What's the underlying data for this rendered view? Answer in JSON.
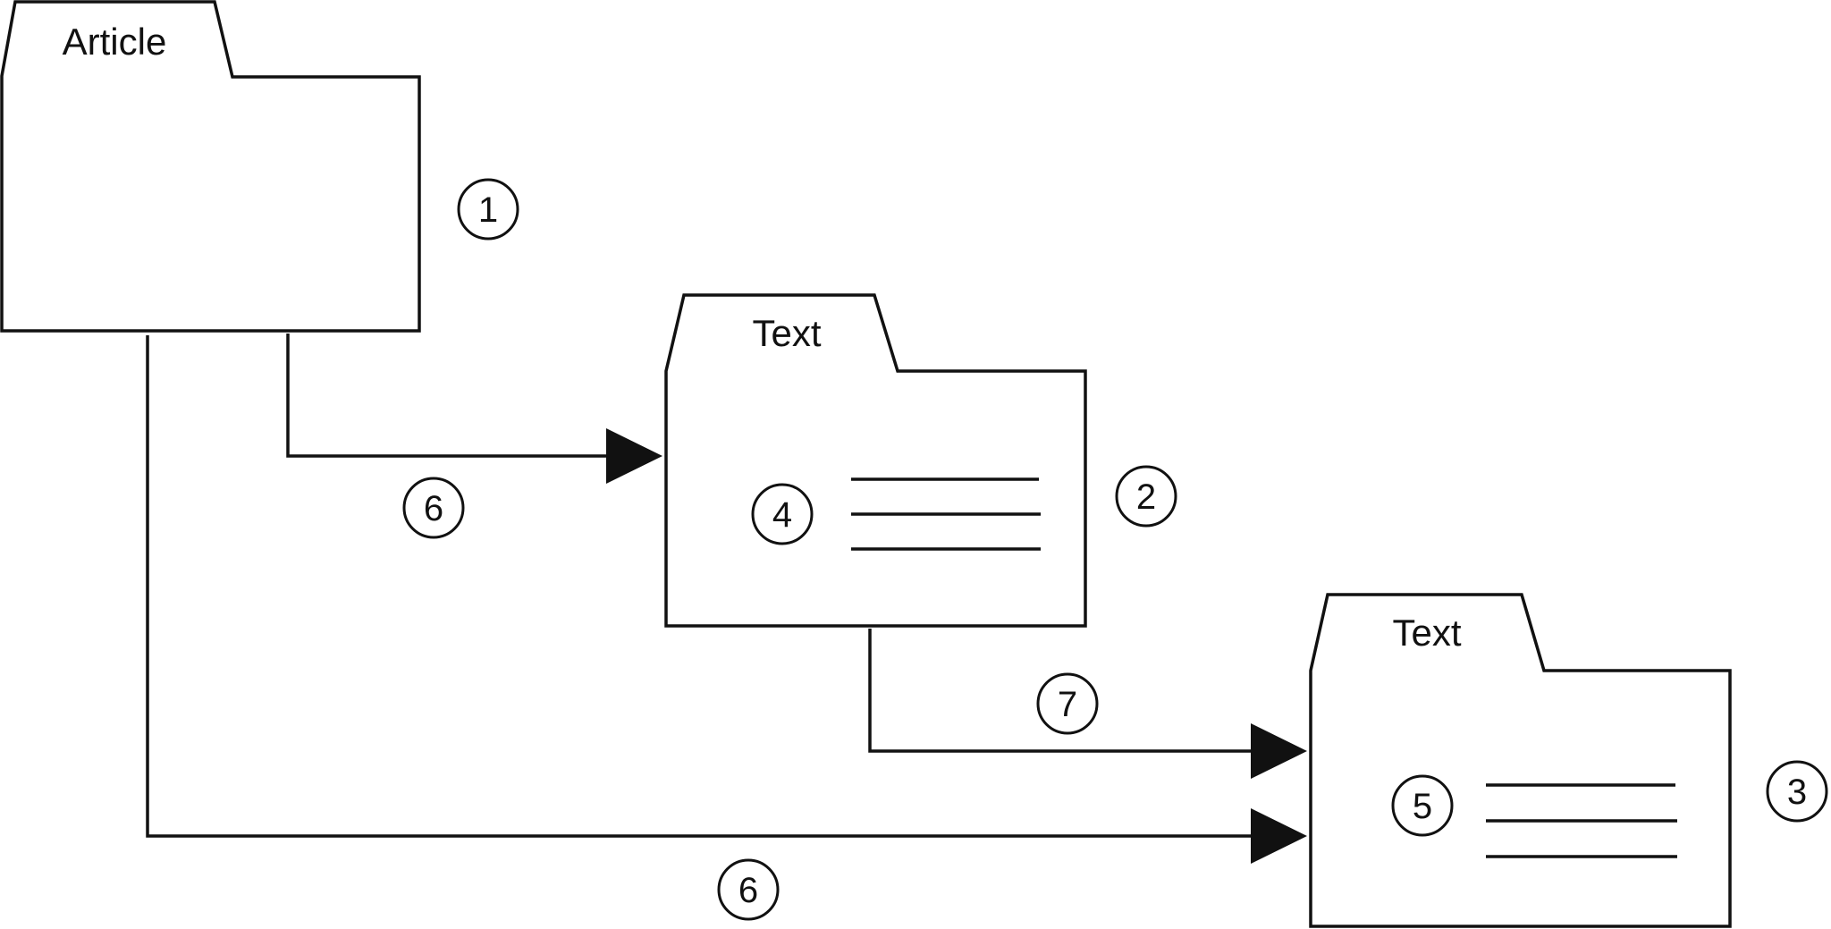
{
  "folders": {
    "article": {
      "label": "Article",
      "marker": "1"
    },
    "text_middle": {
      "label": "Text",
      "marker": "2",
      "content_marker": "4"
    },
    "text_bottom": {
      "label": "Text",
      "marker": "3",
      "content_marker": "5"
    }
  },
  "connections": {
    "article_to_text_middle": {
      "marker": "6"
    },
    "text_middle_to_text_bottom": {
      "marker": "7"
    },
    "article_to_text_bottom": {
      "marker": "6"
    }
  }
}
